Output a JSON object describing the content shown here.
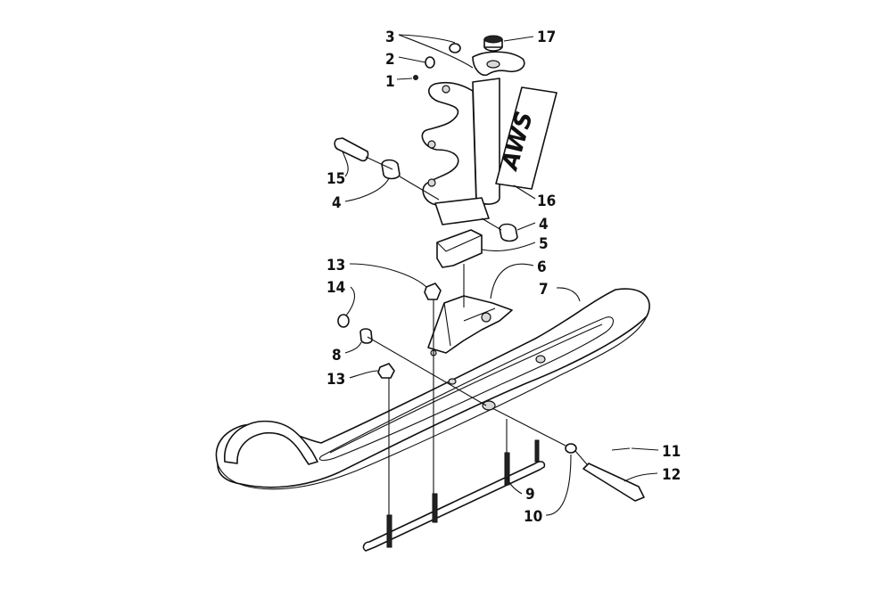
{
  "callouts": [
    {
      "id": "c1",
      "label": "1"
    },
    {
      "id": "c2",
      "label": "2"
    },
    {
      "id": "c3",
      "label": "3"
    },
    {
      "id": "c4a",
      "label": "4"
    },
    {
      "id": "c4b",
      "label": "4"
    },
    {
      "id": "c5",
      "label": "5"
    },
    {
      "id": "c6",
      "label": "6"
    },
    {
      "id": "c7",
      "label": "7"
    },
    {
      "id": "c8",
      "label": "8"
    },
    {
      "id": "c9",
      "label": "9"
    },
    {
      "id": "c10",
      "label": "10"
    },
    {
      "id": "c11",
      "label": "11"
    },
    {
      "id": "c12",
      "label": "12"
    },
    {
      "id": "c13a",
      "label": "13"
    },
    {
      "id": "c13b",
      "label": "13"
    },
    {
      "id": "c14",
      "label": "14"
    },
    {
      "id": "c15",
      "label": "15"
    },
    {
      "id": "c16",
      "label": "16"
    },
    {
      "id": "c17",
      "label": "17"
    }
  ],
  "decal_text": "AWS"
}
